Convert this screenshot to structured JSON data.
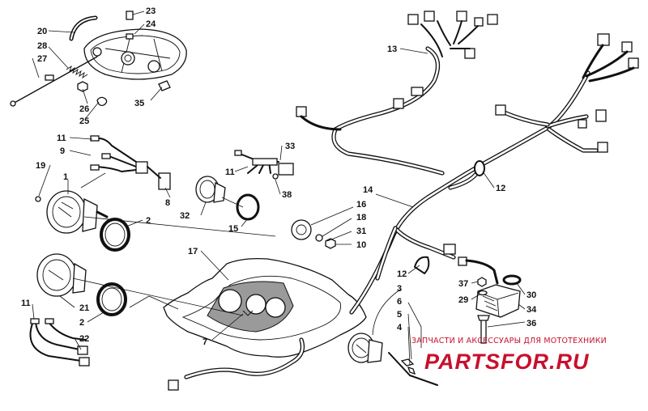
{
  "diagram": {
    "callouts": [
      "1",
      "2",
      "3",
      "4",
      "5",
      "6",
      "7",
      "8",
      "9",
      "10",
      "11",
      "12",
      "13",
      "14",
      "15",
      "16",
      "17",
      "18",
      "19",
      "20",
      "21",
      "22",
      "23",
      "24",
      "25",
      "26",
      "27",
      "28",
      "29",
      "30",
      "31",
      "32",
      "33",
      "34",
      "35",
      "36",
      "37",
      "38"
    ],
    "labels": [
      {
        "id": "20",
        "text": "20"
      },
      {
        "id": "28",
        "text": "28"
      },
      {
        "id": "27",
        "text": "27"
      },
      {
        "id": "23",
        "text": "23"
      },
      {
        "id": "24",
        "text": "24"
      },
      {
        "id": "26",
        "text": "26"
      },
      {
        "id": "25",
        "text": "25"
      },
      {
        "id": "35",
        "text": "35"
      },
      {
        "id": "11a",
        "text": "11"
      },
      {
        "id": "9",
        "text": "9"
      },
      {
        "id": "19",
        "text": "19"
      },
      {
        "id": "1",
        "text": "1"
      },
      {
        "id": "8",
        "text": "8"
      },
      {
        "id": "2a",
        "text": "2"
      },
      {
        "id": "11b",
        "text": "11"
      },
      {
        "id": "33",
        "text": "33"
      },
      {
        "id": "38",
        "text": "38"
      },
      {
        "id": "32",
        "text": "32"
      },
      {
        "id": "15",
        "text": "15"
      },
      {
        "id": "13",
        "text": "13"
      },
      {
        "id": "12a",
        "text": "12"
      },
      {
        "id": "14",
        "text": "14"
      },
      {
        "id": "16",
        "text": "16"
      },
      {
        "id": "18",
        "text": "18"
      },
      {
        "id": "31",
        "text": "31"
      },
      {
        "id": "10",
        "text": "10"
      },
      {
        "id": "17",
        "text": "17"
      },
      {
        "id": "7",
        "text": "7"
      },
      {
        "id": "11c",
        "text": "11"
      },
      {
        "id": "21",
        "text": "21"
      },
      {
        "id": "2b",
        "text": "2"
      },
      {
        "id": "22",
        "text": "22"
      },
      {
        "id": "12b",
        "text": "12"
      },
      {
        "id": "3",
        "text": "3"
      },
      {
        "id": "6",
        "text": "6"
      },
      {
        "id": "5",
        "text": "5"
      },
      {
        "id": "4",
        "text": "4"
      },
      {
        "id": "37",
        "text": "37"
      },
      {
        "id": "29",
        "text": "29"
      },
      {
        "id": "30",
        "text": "30"
      },
      {
        "id": "34",
        "text": "34"
      },
      {
        "id": "36",
        "text": "36"
      }
    ]
  },
  "watermark": {
    "subtitle": "ЗАПЧАСТИ И АКСЕССУАРЫ ДЛЯ МОТОТЕХНИКИ",
    "logo": "PARTSFOR.RU",
    "color": "#c8102e"
  }
}
